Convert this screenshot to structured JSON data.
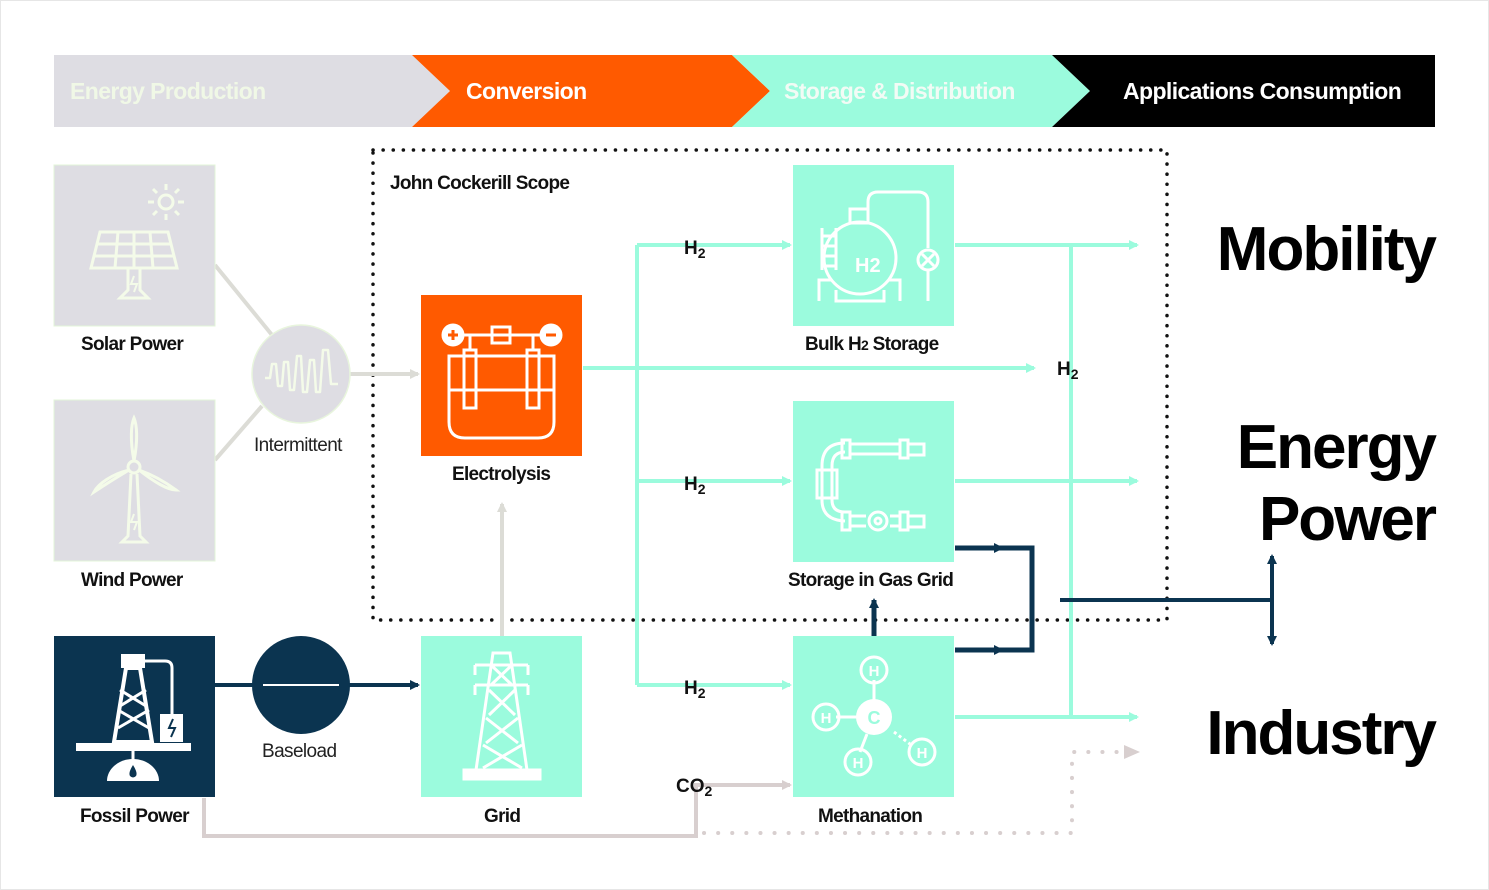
{
  "colors": {
    "grey": "#dedde3",
    "orange": "#ff5a00",
    "mint": "#9bfbdd",
    "black": "#000000",
    "navy": "#0b3450",
    "co2_line": "#d8cfcf",
    "grey_line": "#dcdcd6",
    "stage_grey_text": "#f0f8e6"
  },
  "stages": [
    {
      "label": "Energy Production"
    },
    {
      "label": "Conversion"
    },
    {
      "label": "Storage & Distribution"
    },
    {
      "label": "Applications Consumption"
    }
  ],
  "scope": {
    "label": "John Cockerill Scope"
  },
  "sources": {
    "solar": {
      "label": "Solar Power",
      "icon": "solar-panel-icon"
    },
    "wind": {
      "label": "Wind Power",
      "icon": "wind-turbine-icon"
    },
    "fossil": {
      "label": "Fossil Power",
      "icon": "oil-rig-icon"
    }
  },
  "supply_types": {
    "intermittent": {
      "label": "Intermittent",
      "icon": "wave-signal-icon"
    },
    "baseload": {
      "label": "Baseload",
      "icon": "flat-line-icon"
    }
  },
  "nodes": {
    "electrolysis": {
      "label": "Electrolysis",
      "icon": "electrolysis-cell-icon"
    },
    "grid": {
      "label": "Grid",
      "icon": "power-pylon-icon"
    },
    "bulk_storage": {
      "label_main": "Bulk H",
      "label_sub": "2",
      "label_rest": " Storage",
      "icon": "h2-tank-icon",
      "icon_text": "H2"
    },
    "gas_grid": {
      "label": "Storage in Gas Grid",
      "icon": "pipeline-icon"
    },
    "methanation": {
      "label": "Methanation",
      "icon": "methane-molecule-icon",
      "atoms": {
        "c": "C",
        "h": "H"
      }
    }
  },
  "flows": {
    "h2": {
      "main": "H",
      "sub": "2"
    },
    "co2": {
      "main": "CO",
      "sub": "2"
    }
  },
  "applications": {
    "mobility": "Mobility",
    "energy_line1": "Energy",
    "energy_line2": "Power",
    "industry": "Industry"
  }
}
